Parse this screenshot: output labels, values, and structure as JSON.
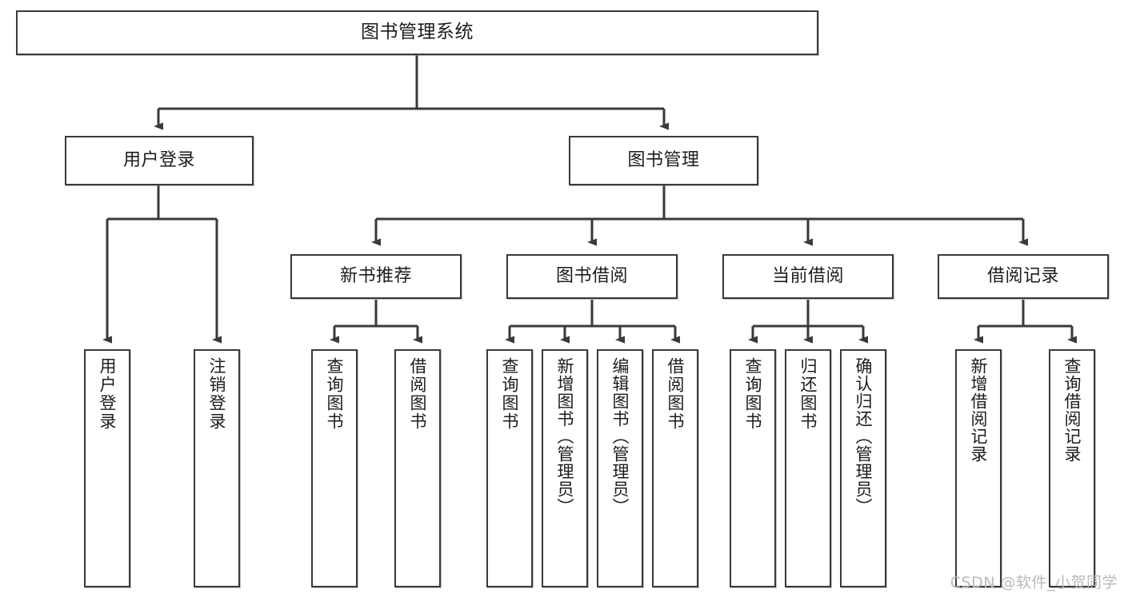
{
  "diagram": {
    "title": "图书管理系统",
    "type": "tree-hierarchy",
    "watermark": "CSDN @软件_小贺同学",
    "colors": {
      "node_border": "#3a3a3a",
      "node_fill": "#ffffff",
      "edge": "#3a3a3a",
      "text": "#1c1c1c",
      "watermark": "#b9b9b9"
    },
    "nodes": {
      "root": {
        "label": "图书管理系统"
      },
      "level2": [
        {
          "id": "user-login",
          "label": "用户登录"
        },
        {
          "id": "book-manage",
          "label": "图书管理"
        }
      ],
      "level3": [
        {
          "id": "new-book-rec",
          "label": "新书推荐"
        },
        {
          "id": "book-borrow",
          "label": "图书借阅"
        },
        {
          "id": "current-borrow",
          "label": "当前借阅"
        },
        {
          "id": "borrow-record",
          "label": "借阅记录"
        }
      ],
      "leaves": [
        {
          "id": "leaf-user-login",
          "label": "用户登录",
          "parent": "user-login"
        },
        {
          "id": "leaf-logout",
          "label": "注销登录",
          "parent": "user-login"
        },
        {
          "id": "leaf-query-book-1",
          "label": "查询图书",
          "parent": "new-book-rec"
        },
        {
          "id": "leaf-borrow-book-1",
          "label": "借阅图书",
          "parent": "new-book-rec"
        },
        {
          "id": "leaf-query-book-2",
          "label": "查询图书",
          "parent": "book-borrow"
        },
        {
          "id": "leaf-add-book",
          "label": "新增图书（管理员）",
          "parent": "book-borrow"
        },
        {
          "id": "leaf-edit-book",
          "label": "编辑图书（管理员）",
          "parent": "book-borrow"
        },
        {
          "id": "leaf-borrow-book-2",
          "label": "借阅图书",
          "parent": "book-borrow"
        },
        {
          "id": "leaf-query-book-3",
          "label": "查询图书",
          "parent": "current-borrow"
        },
        {
          "id": "leaf-return-book",
          "label": "归还图书",
          "parent": "current-borrow"
        },
        {
          "id": "leaf-confirm-return",
          "label": "确认归还（管理员）",
          "parent": "current-borrow"
        },
        {
          "id": "leaf-add-record",
          "label": "新增借阅记录",
          "parent": "borrow-record"
        },
        {
          "id": "leaf-query-record",
          "label": "查询借阅记录",
          "parent": "borrow-record"
        }
      ]
    }
  }
}
